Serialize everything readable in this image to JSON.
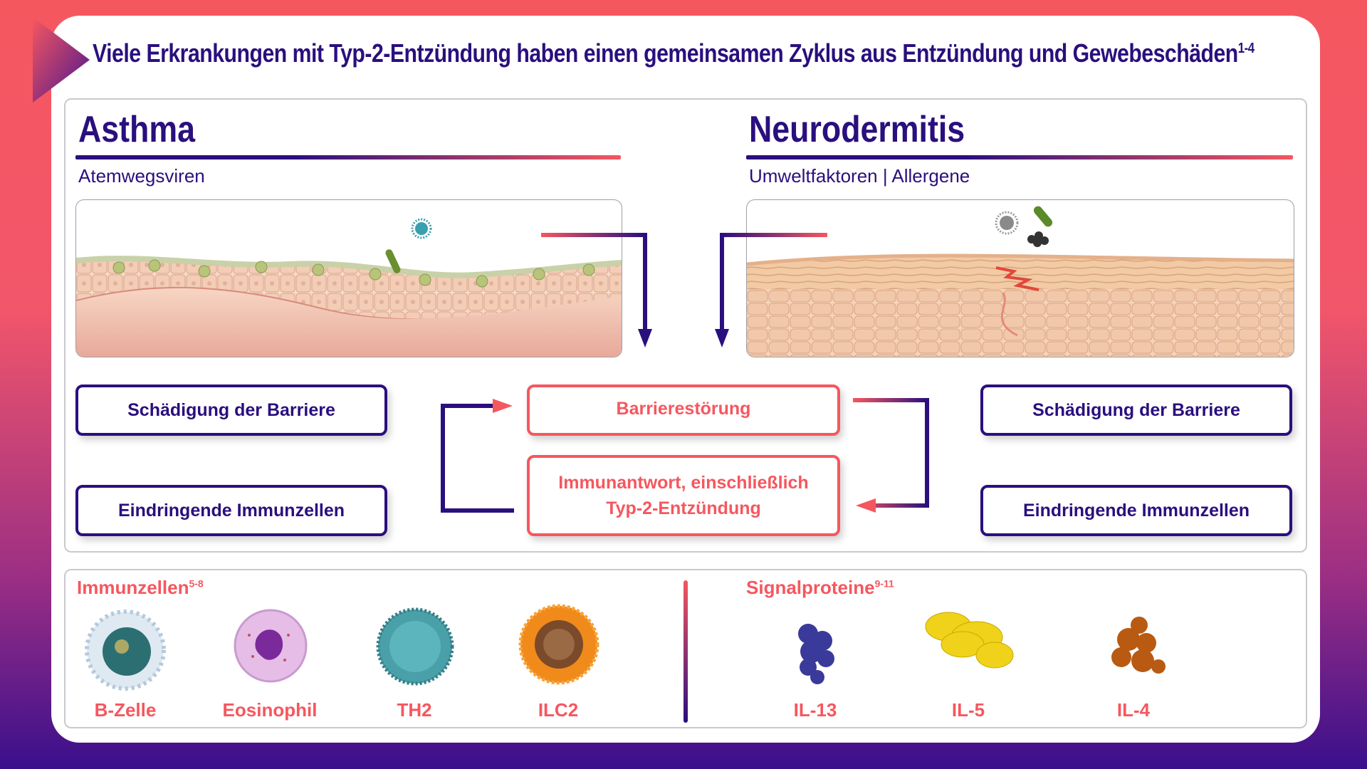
{
  "headline": "Viele Erkrankungen mit Typ-2-Entzündung haben einen gemeinsamen Zyklus aus Entzündung und Gewebeschäden",
  "headline_ref": "1-4",
  "asthma": {
    "title": "Asthma",
    "subtitle": "Atemwegsviren",
    "box_barrier": "Schädigung der Barriere",
    "box_immune": "Eindringende Immunzellen"
  },
  "neuro": {
    "title": "Neurodermitis",
    "subtitle": "Umweltfaktoren | Allergene",
    "box_barrier": "Schädigung der Barriere",
    "box_immune": "Eindringende Immunzellen"
  },
  "cycle": {
    "barrier_disorder": "Barrierestörung",
    "immune_line1": "Immunantwort, einschließlich",
    "immune_line2": "Typ-2-Entzündung"
  },
  "immune_cells": {
    "heading": "Immunzellen",
    "ref": "5-8",
    "items": [
      "B-Zelle",
      "Eosinophil",
      "TH2",
      "ILC2"
    ]
  },
  "signal_proteins": {
    "heading": "Signalproteine",
    "ref": "9-11",
    "items": [
      "IL-13",
      "IL-5",
      "IL-4"
    ]
  },
  "colors": {
    "navy": "#2a0f7e",
    "coral": "#f5575f"
  }
}
